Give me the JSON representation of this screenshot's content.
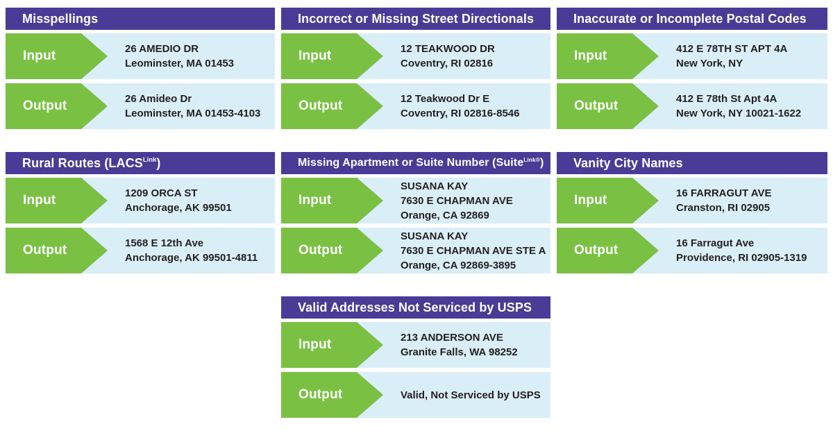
{
  "colors": {
    "header_purple": "#4a3b96",
    "arrow_green": "#7ac143",
    "row_light_blue": "#daeef8",
    "address_text": "#221f1f"
  },
  "panels": [
    {
      "title": {
        "pre": "Misspellings",
        "sup": "",
        "post": ""
      },
      "input": {
        "label": "Input",
        "lines": [
          "26 AMEDIO DR",
          "Leominster, MA 01453"
        ]
      },
      "output": {
        "label": "Output",
        "lines": [
          "26 Amideo Dr",
          "Leominster, MA 01453-4103"
        ]
      }
    },
    {
      "title": {
        "pre": "Incorrect or Missing Street Directionals",
        "sup": "",
        "post": ""
      },
      "input": {
        "label": "Input",
        "lines": [
          "12 TEAKWOOD DR",
          "Coventry, RI 02816"
        ]
      },
      "output": {
        "label": "Output",
        "lines": [
          "12 Teakwood Dr E",
          "Coventry, RI 02816-8546"
        ]
      }
    },
    {
      "title": {
        "pre": "Inaccurate or Incomplete Postal Codes",
        "sup": "",
        "post": ""
      },
      "input": {
        "label": "Input",
        "lines": [
          "412 E 78TH ST APT 4A",
          "New York, NY"
        ]
      },
      "output": {
        "label": "Output",
        "lines": [
          "412 E 78th St Apt 4A",
          "New York, NY 10021-1622"
        ]
      }
    },
    {
      "title": {
        "pre": "Rural Routes (LACS",
        "sup": "Link",
        "post": ")"
      },
      "input": {
        "label": "Input",
        "lines": [
          "1209 ORCA ST",
          "Anchorage, AK 99501"
        ]
      },
      "output": {
        "label": "Output",
        "lines": [
          "1568 E 12th Ave",
          "Anchorage, AK 99501-4811"
        ]
      }
    },
    {
      "title": {
        "pre": "Missing Apartment or Suite Number (Suite",
        "sup": "Link®",
        "post": ")"
      },
      "input": {
        "label": "Input",
        "lines": [
          "SUSANA KAY",
          "7630 E CHAPMAN AVE",
          "Orange, CA 92869"
        ]
      },
      "output": {
        "label": "Output",
        "lines": [
          "SUSANA KAY",
          "7630 E CHAPMAN AVE STE A",
          "Orange, CA 92869-3895"
        ]
      }
    },
    {
      "title": {
        "pre": "Vanity City Names",
        "sup": "",
        "post": ""
      },
      "input": {
        "label": "Input",
        "lines": [
          "16 FARRAGUT AVE",
          "Cranston, RI 02905"
        ]
      },
      "output": {
        "label": "Output",
        "lines": [
          "16 Farragut Ave",
          "Providence, RI 02905-1319"
        ]
      }
    },
    {
      "title": {
        "pre": "Valid Addresses Not Serviced by USPS",
        "sup": "",
        "post": ""
      },
      "input": {
        "label": "Input",
        "lines": [
          "213 ANDERSON AVE",
          "Granite Falls, WA 98252"
        ]
      },
      "output": {
        "label": "Output",
        "lines": [
          "Valid, Not Serviced by USPS"
        ]
      }
    }
  ]
}
